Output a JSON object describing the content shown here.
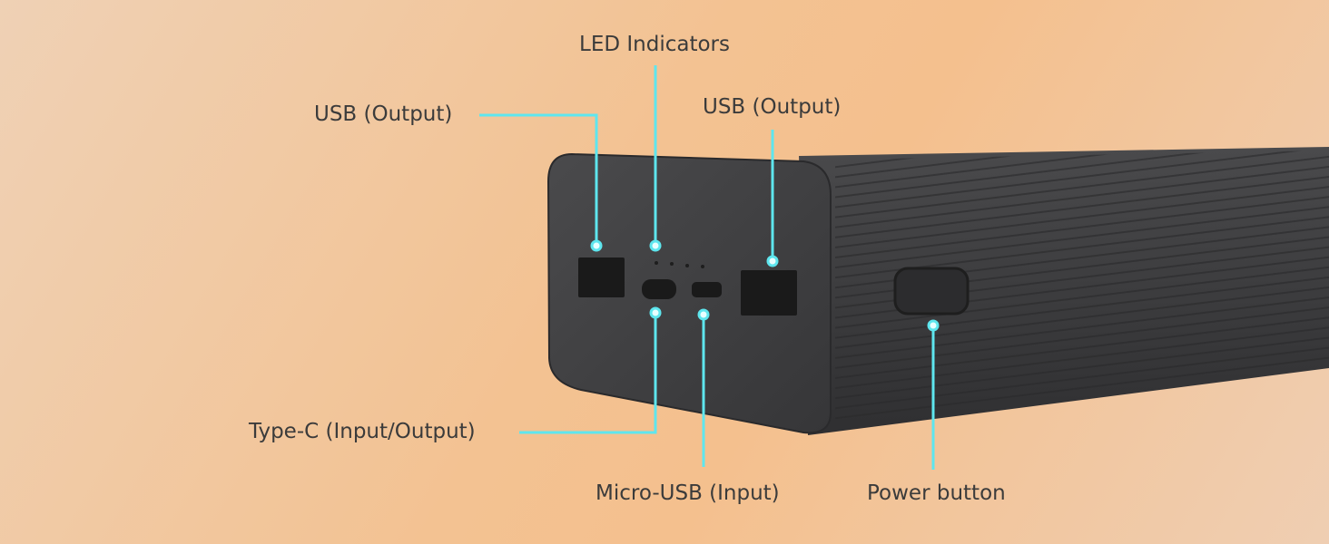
{
  "labels": {
    "usb_output_left": "USB (Output)",
    "led_indicators": "LED Indicators",
    "usb_output_right": "USB (Output)",
    "type_c": "Type-C (Input/Output)",
    "micro_usb": "Micro-USB (Input)",
    "power_button": "Power button"
  },
  "colors": {
    "callout": "#5ee6ee",
    "body": "#3a3a3c",
    "text": "#3b3b3b"
  }
}
